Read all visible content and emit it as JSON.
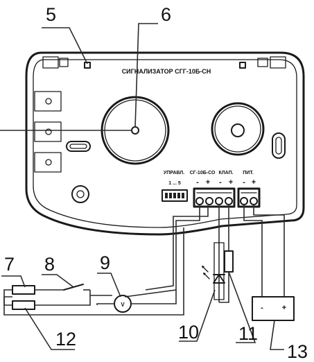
{
  "device": {
    "title": "СИГНАЛИЗАТОР СГГ-10Б-СН",
    "terminals": {
      "control": "УПРАВЛ.",
      "control_range": "1 ... 5",
      "sensor": "СГ-10Б-СО",
      "valve": "КЛАП.",
      "power": "ПИТ."
    },
    "polarity": {
      "minus": "-",
      "plus": "+"
    }
  },
  "voltmeter_symbol": "V",
  "callouts": [
    "5",
    "6",
    "7",
    "8",
    "9",
    "10",
    "11",
    "12",
    "13"
  ]
}
